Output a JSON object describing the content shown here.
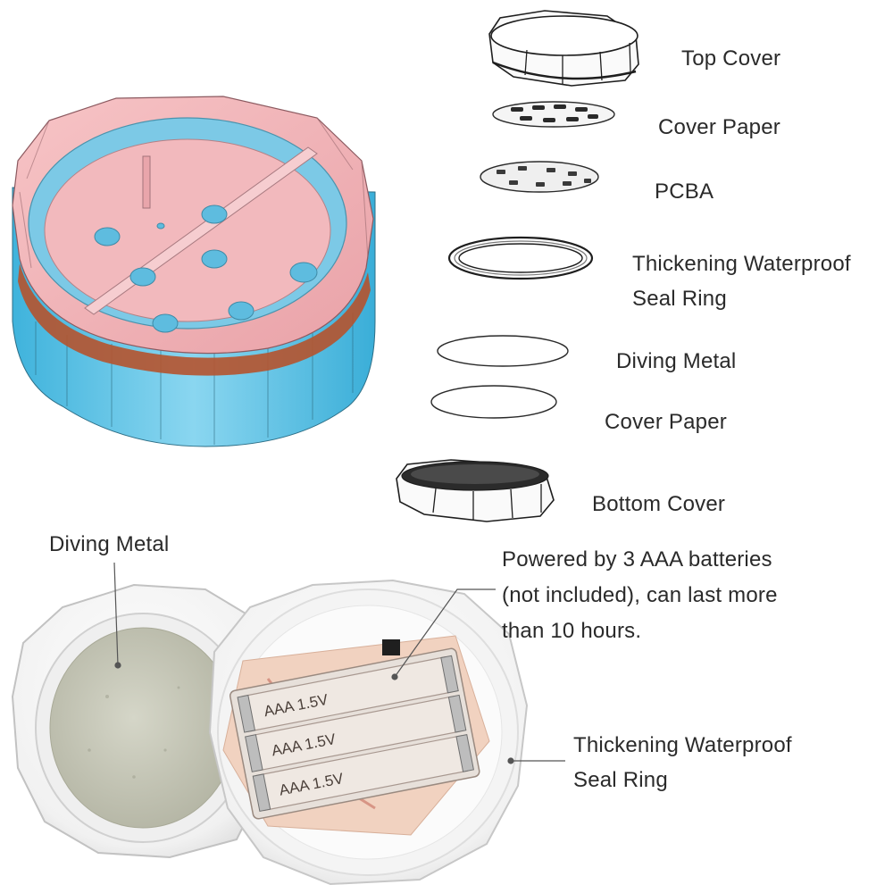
{
  "colors": {
    "cover_pink": "#f4b3b8",
    "body_blue": "#5cc4e6",
    "seal_orange": "#b5532e",
    "part_gray": "#cfcfcf",
    "metal_gray": "#c7c8b8",
    "pcb_beige": "#f1d2c0",
    "pcb_trace": "#cc7a6c",
    "text": "#2a2a2a"
  },
  "exploded_parts": [
    {
      "label": "Top Cover"
    },
    {
      "label": "Cover Paper"
    },
    {
      "label": "PCBA"
    },
    {
      "label": "Thickening Waterproof\nSeal Ring"
    },
    {
      "label": "Diving Metal"
    },
    {
      "label": "Cover Paper"
    },
    {
      "label": "Bottom Cover"
    }
  ],
  "photo_callouts": {
    "diving_metal": "Diving Metal",
    "battery_note": "Powered by 3 AAA batteries\n(not included), can last more\n than 10 hours.",
    "seal_ring": "Thickening Waterproof\nSeal Ring"
  },
  "battery_labels": [
    "AAA  1.5V",
    "AAA  1.5V",
    "AAA  1.5V"
  ],
  "icons": [
    "cylinder-render",
    "battery-holder",
    "pointer-line"
  ]
}
